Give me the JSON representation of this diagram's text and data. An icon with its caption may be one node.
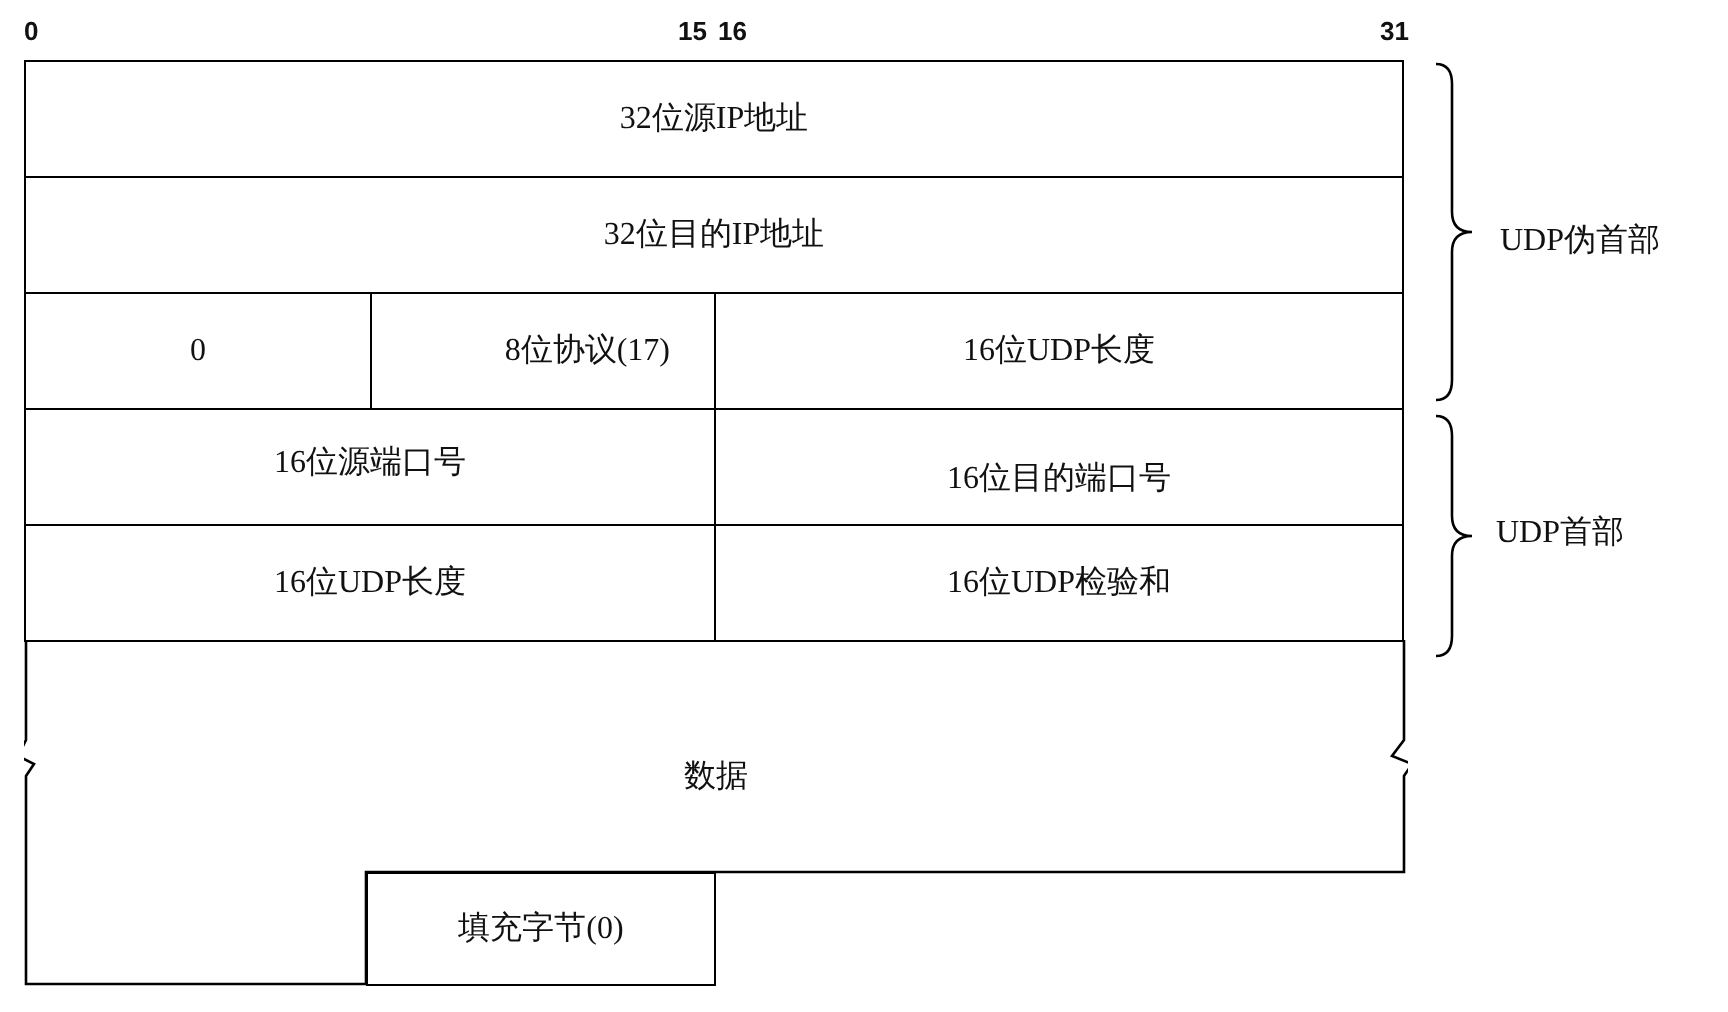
{
  "diagram": {
    "nodes": [
      {
        "text": [
          "32位源IP地址"
        ]
      },
      {
        "text": [
          "32位目的IP地址"
        ]
      },
      {
        "text": [
          "0"
        ]
      },
      {
        "text": [
          "8位协议(17)"
        ]
      },
      {
        "text": [
          "16位UDP长度"
        ]
      },
      {
        "text": [
          "16位源端口号"
        ]
      },
      {
        "text": [
          "16位目的端口号"
        ]
      },
      {
        "text": [
          "16位UDP长度"
        ]
      },
      {
        "text": [
          "16位UDP检验和"
        ]
      },
      {
        "text": [
          "数据"
        ]
      },
      {
        "text": [
          "填充字节(0)"
        ]
      }
    ],
    "edges": [],
    "labels": [
      "0",
      "15",
      "16",
      "31",
      "UDP伪首部",
      "UDP首部"
    ]
  }
}
